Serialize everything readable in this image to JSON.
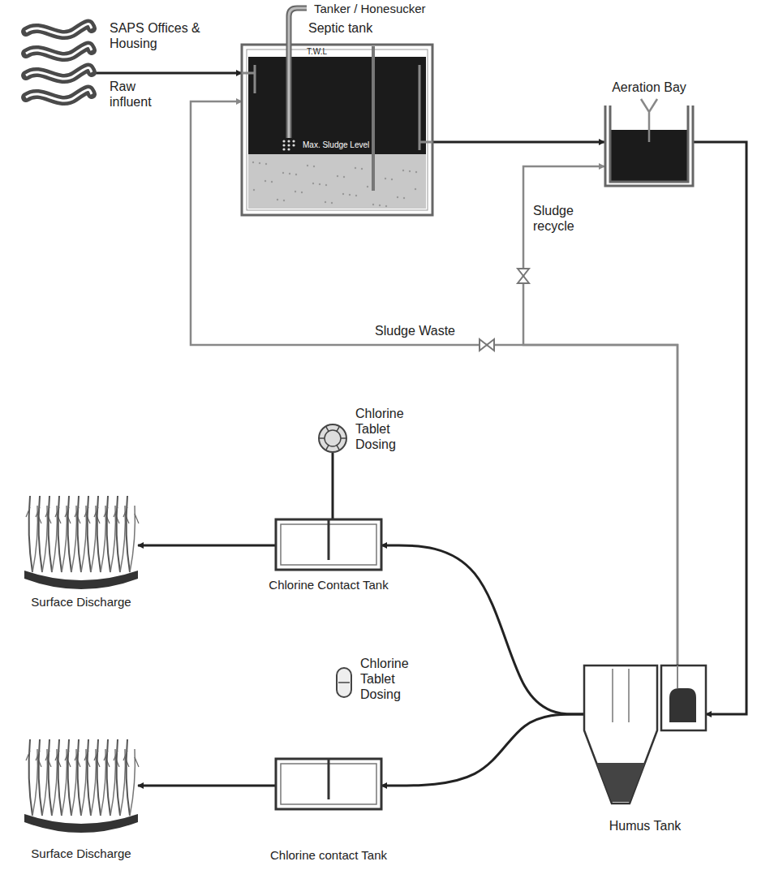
{
  "diagram": {
    "nodes": [
      {
        "text": [
          "SAPS Offices & Housing",
          "Raw influent"
        ]
      },
      {
        "text": [
          "Septic tank",
          "T.W.L",
          "Max. Sludge Level"
        ]
      },
      {
        "text": [
          "Aeration Bay"
        ]
      },
      {
        "text": [
          "Chlorine Tablet Dosing"
        ]
      },
      {
        "text": [
          "Chlorine Contact Tank"
        ]
      },
      {
        "text": [
          "Surface Discharge"
        ]
      },
      {
        "text": [
          "Humus Tank"
        ]
      },
      {
        "text": [
          "Chlorine Tablet Dosing"
        ]
      },
      {
        "text": [
          "Chlorine contact Tank"
        ]
      },
      {
        "text": [
          "Surface Discharge"
        ]
      }
    ],
    "edges": [
      {
        "from": 0,
        "to": 1,
        "arrow": "to"
      },
      {
        "from": 1,
        "to": 2,
        "arrow": "to"
      },
      {
        "from": 2,
        "to": 6,
        "arrow": "to"
      },
      {
        "from": 6,
        "to": 2,
        "label": "Sludge recycle",
        "arrow": "to"
      },
      {
        "from": 6,
        "to": 1,
        "label": "Sludge Waste",
        "arrow": "to"
      },
      {
        "from": 6,
        "to": 4,
        "arrow": "to"
      },
      {
        "from": 6,
        "to": 8,
        "arrow": "to"
      },
      {
        "from": 4,
        "to": 5,
        "arrow": "to"
      },
      {
        "from": 8,
        "to": 9,
        "arrow": "to"
      },
      {
        "from": 3,
        "to": 4,
        "arrow": "none"
      }
    ],
    "labels": [
      "Tanker / Honesucker"
    ]
  }
}
